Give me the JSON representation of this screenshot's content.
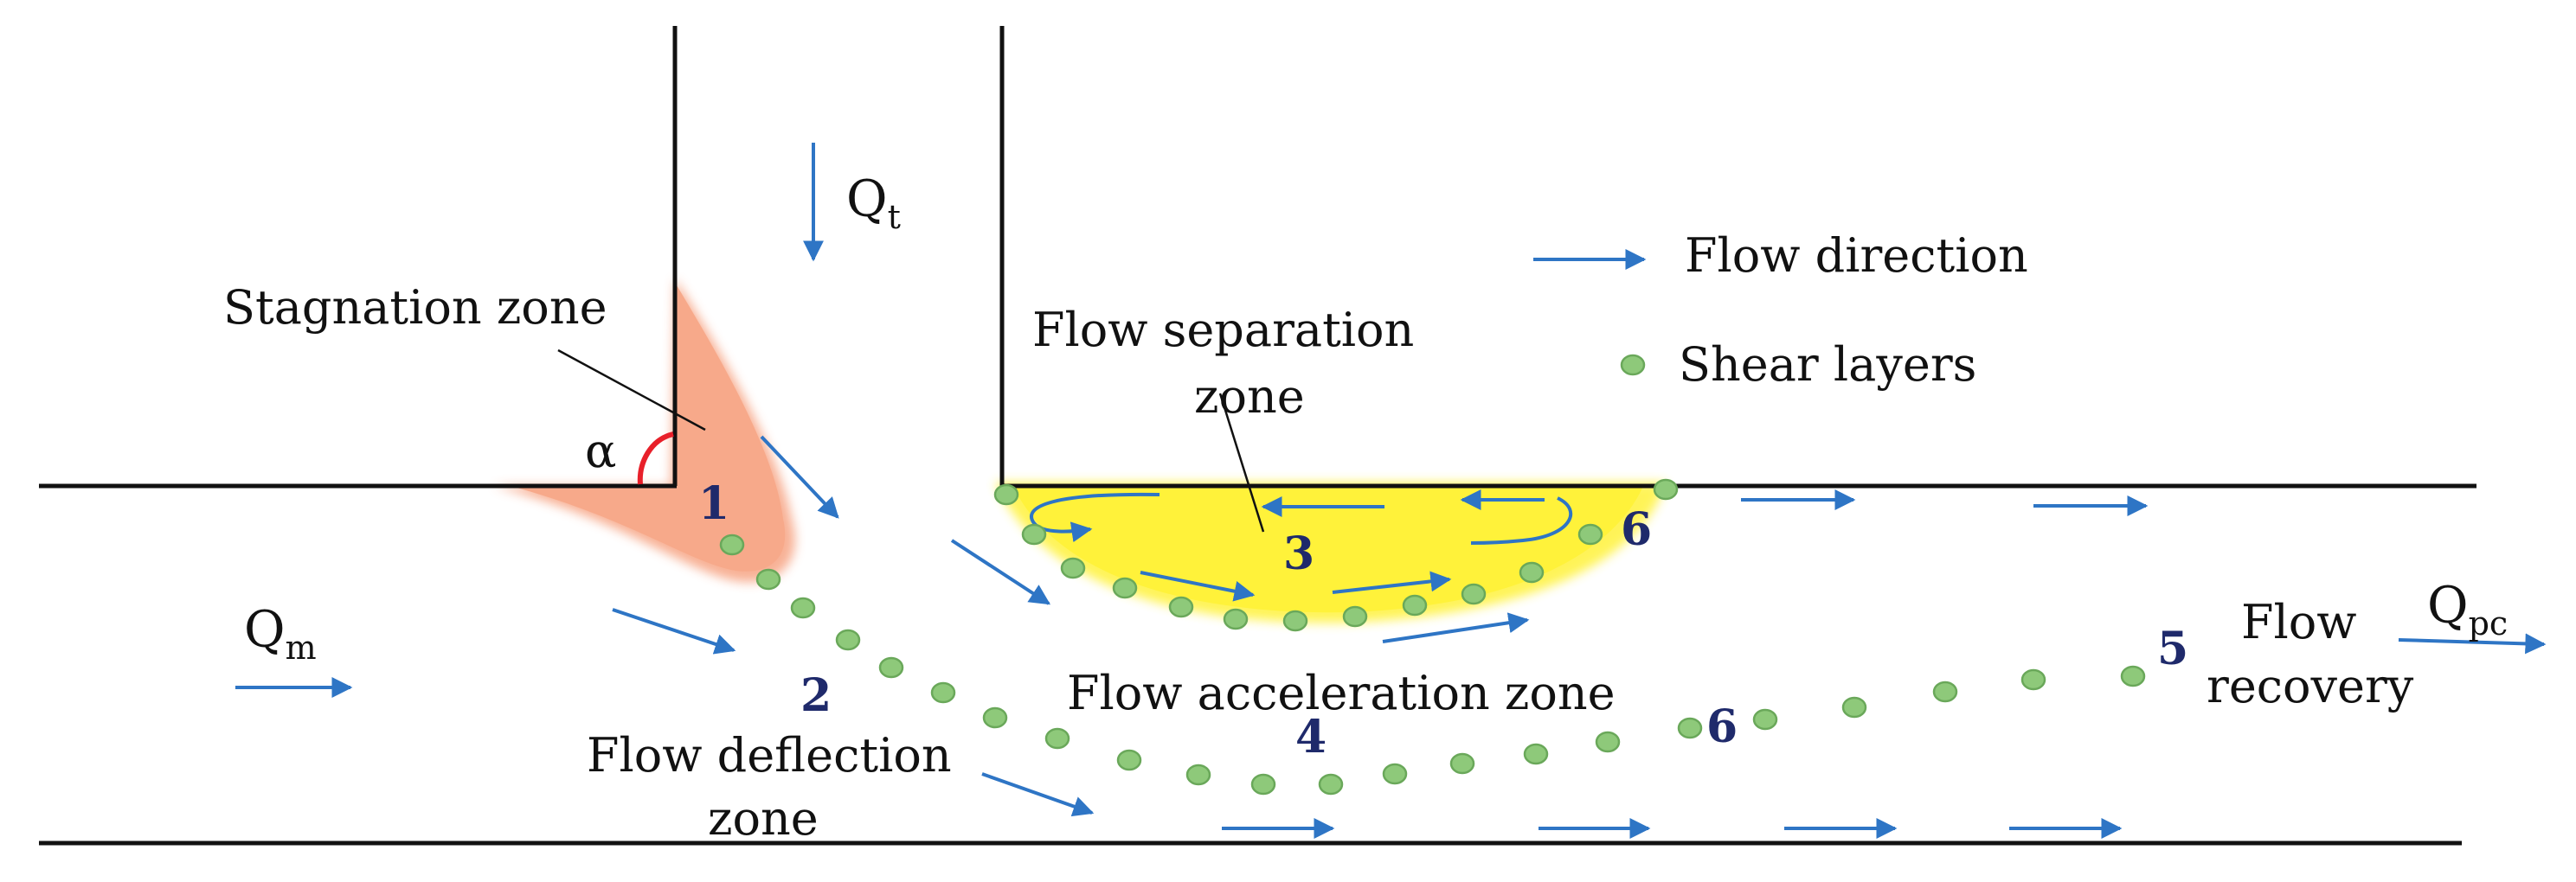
{
  "labels": {
    "stagnation": "Stagnation zone",
    "separation_line1": "Flow separation",
    "separation_line2": "zone",
    "acceleration": "Flow acceleration zone",
    "deflection_line1": "Flow deflection",
    "deflection_line2": "zone",
    "recovery_line1": "Flow",
    "recovery_line2": "recovery",
    "angle": "α"
  },
  "flows": {
    "tributary_symbol": "Q",
    "tributary_sub": "t",
    "main_symbol": "Q",
    "main_sub": "m",
    "post_symbol": "Q",
    "post_sub": "pc"
  },
  "legend": {
    "flow_direction": "Flow direction",
    "shear_layers": "Shear layers"
  },
  "zone_numbers": [
    "1",
    "2",
    "3",
    "4",
    "5",
    "6",
    "6"
  ],
  "colors": {
    "arrow": "#2e75c5",
    "stagnation_fill": "#f7a98a",
    "separation_fill": "#fff23a",
    "shear_dot": "#8ec97a",
    "angle_mark": "#e8202a",
    "zone_number": "#1f2a6b"
  }
}
